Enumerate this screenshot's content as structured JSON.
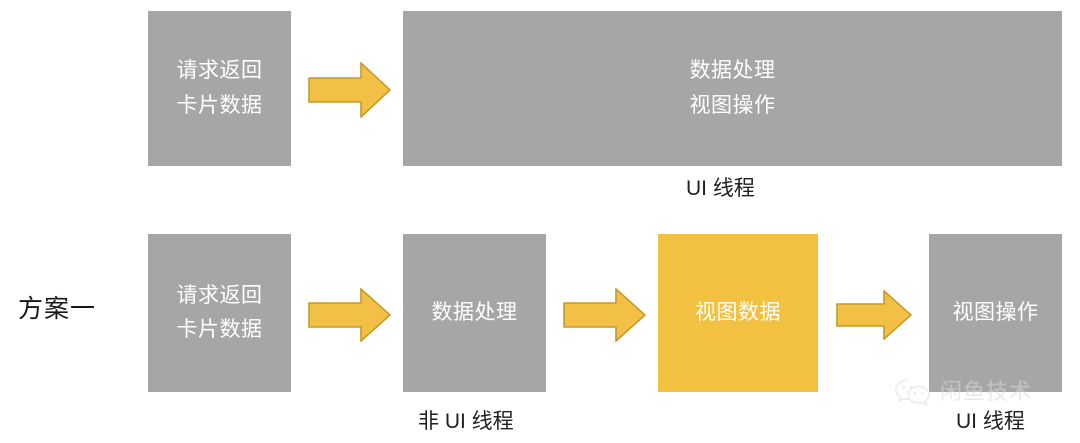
{
  "diagram": {
    "side_label": "方案一",
    "top_row": {
      "boxes": [
        {
          "id": "request-card-data",
          "line1": "请求返回",
          "line2": "卡片数据",
          "color": "#a6a6a6"
        },
        {
          "id": "data-process-view-op",
          "line1": "数据处理",
          "line2": "视图操作",
          "color": "#a6a6a6"
        }
      ],
      "arrows": [
        {
          "id": "arrow-top-1",
          "color": "#f2c044",
          "stroke": "#bf9122"
        }
      ],
      "caption": "UI 线程"
    },
    "bottom_row": {
      "boxes": [
        {
          "id": "request-card-data-2",
          "line1": "请求返回",
          "line2": "卡片数据",
          "color": "#a6a6a6"
        },
        {
          "id": "data-process",
          "line1": "数据处理",
          "line2": "",
          "color": "#a6a6a6"
        },
        {
          "id": "view-data",
          "line1": "视图数据",
          "line2": "",
          "color": "#f2c141"
        },
        {
          "id": "view-operation",
          "line1": "视图操作",
          "line2": "",
          "color": "#a6a6a6"
        }
      ],
      "arrows": [
        {
          "id": "arrow-bottom-1",
          "color": "#f2c044",
          "stroke": "#bf9122"
        },
        {
          "id": "arrow-bottom-2",
          "color": "#f2c044",
          "stroke": "#bf9122"
        },
        {
          "id": "arrow-bottom-3",
          "color": "#f2c044",
          "stroke": "#bf9122"
        }
      ],
      "caption_left": "非 UI 线程",
      "caption_right": "UI 线程"
    }
  },
  "watermark": {
    "icon": "wechat-icon",
    "text": "闲鱼技术"
  }
}
